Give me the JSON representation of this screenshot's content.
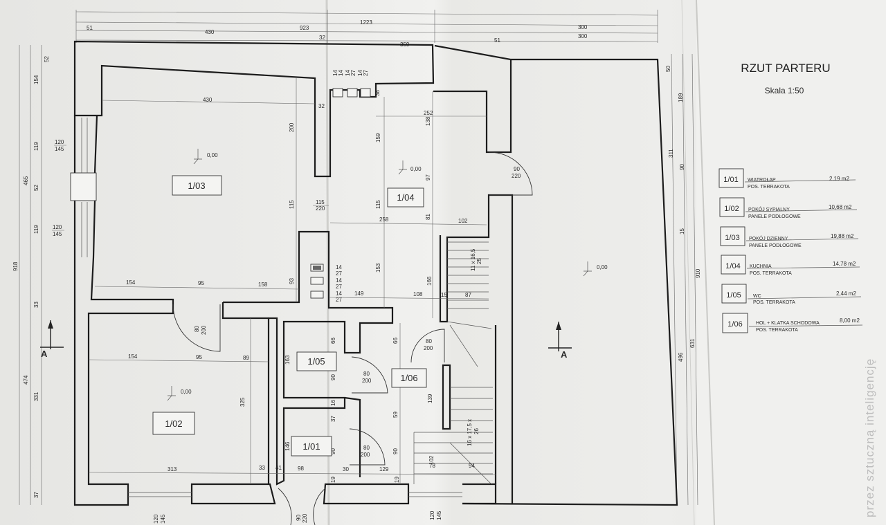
{
  "title": "RZUT PARTERU",
  "scale": "Skala 1:50",
  "watermark": "przez sztuczną inteligencję",
  "level_mark": "0,00",
  "section_mark": "A",
  "rooms": [
    {
      "id": "1/01",
      "name": "WIATROŁAP",
      "finish": "POS. TERRAKOTA",
      "area": "2,19 m2"
    },
    {
      "id": "1/02",
      "name": "POKÓJ SYPIALNY",
      "finish": "PANELE PODŁOGOWE",
      "area": "10,68 m2"
    },
    {
      "id": "1/03",
      "name": "POKÓJ DZIENNY",
      "finish": "PANELE PODŁOGOWE",
      "area": "19,88 m2"
    },
    {
      "id": "1/04",
      "name": "KUCHNIA",
      "finish": "POS. TERRAKOTA",
      "area": "14,78 m2"
    },
    {
      "id": "1/05",
      "name": "WC",
      "finish": "POS. TERRAKOTA",
      "area": "2,44 m2"
    },
    {
      "id": "1/06",
      "name": "HOL + KLATKA SCHODOWA",
      "finish": "POS. TERRAKOTA",
      "area": "8,00 m2"
    }
  ],
  "dims": {
    "top_1223": "1223",
    "top_923": "923",
    "top_300a": "300",
    "top_300b": "300",
    "top_51": "51",
    "top_430": "430",
    "top_32": "32",
    "top_359": "359",
    "top_51b": "51",
    "in_430": "430",
    "in_32": "32",
    "in_252": "252",
    "in_258": "258",
    "in_102": "102",
    "in_154a": "154",
    "in_95a": "95",
    "in_158": "158",
    "in_149": "149",
    "in_108": "108",
    "in_15a": "15",
    "in_87": "87",
    "in_154b": "154",
    "in_95b": "95",
    "in_89": "89",
    "in_313": "313",
    "in_33": "33",
    "in_41": "41",
    "in_98": "98",
    "in_30": "30",
    "in_129": "129",
    "in_78": "78",
    "in_94": "94",
    "v_200": "200",
    "v_115": "115",
    "v_93": "93",
    "v_159": "159",
    "v_115b": "115",
    "v_153": "153",
    "v_166": "166",
    "v_138": "138",
    "v_97": "97",
    "v_81": "81",
    "v_163": "163",
    "v_66": "66",
    "v_90": "90",
    "v_66b": "66",
    "v_139": "139",
    "v_59": "59",
    "v_90b": "90",
    "v_146": "146",
    "v_90c": "90",
    "v_37": "37",
    "v_325": "325",
    "v_16": "16",
    "v_19a": "19",
    "v_19b": "19",
    "v_102": "102",
    "v_38": "38",
    "l_52": "52",
    "l_154": "154",
    "l_119a": "119",
    "l_465": "465",
    "l_52b": "52",
    "l_119b": "119",
    "l_918": "918",
    "l_33": "33",
    "l_474": "474",
    "l_331": "331",
    "l_37": "37",
    "r_50": "50",
    "r_189": "189",
    "r_311": "311",
    "r_90": "90",
    "r_15": "15",
    "r_910": "910",
    "r_496": "496",
    "r_631": "631",
    "win_120": "120",
    "win_145": "145",
    "door_80": "80",
    "door_200": "200",
    "door_90": "90",
    "door_220": "220",
    "opening_115": "115",
    "opening_220": "220",
    "vent_14": "14",
    "vent_27": "27",
    "stair_top": "11 x 16,5",
    "stair_top2": "25",
    "stair_bot": "16 x 17,5 x",
    "stair_bot2": "26"
  }
}
